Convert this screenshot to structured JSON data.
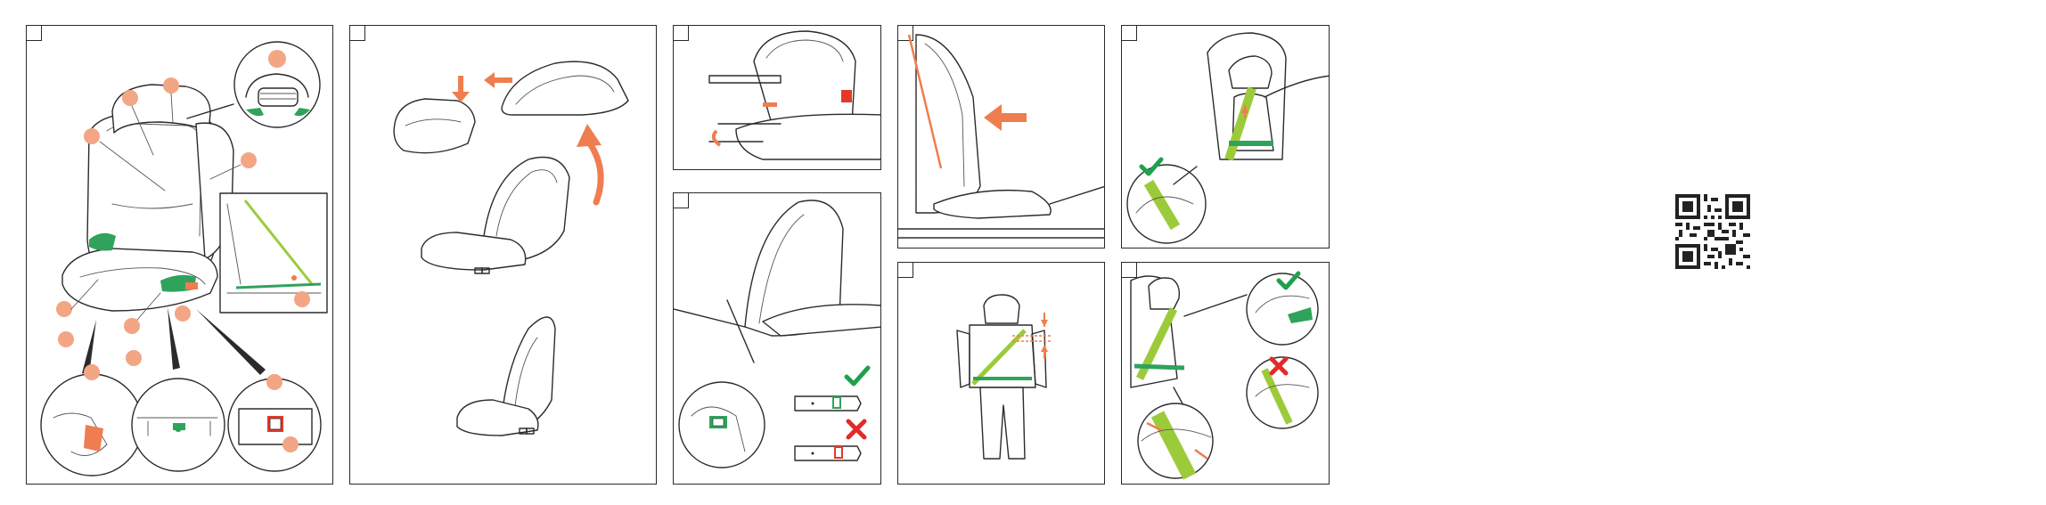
{
  "document": {
    "type": "car-seat-assembly-instructions",
    "panels": [
      {
        "id": "overview",
        "step": ""
      },
      {
        "id": "seat-assembly",
        "step": ""
      },
      {
        "id": "isofix-extension",
        "step": ""
      },
      {
        "id": "isofix-indicator-check",
        "step": ""
      },
      {
        "id": "push-seat-back",
        "step": ""
      },
      {
        "id": "headrest-height-adjust",
        "step": ""
      },
      {
        "id": "shoulder-belt-routing",
        "step": ""
      },
      {
        "id": "lap-belt-check",
        "step": ""
      }
    ]
  },
  "colors": {
    "callout_dot": "#f2a684",
    "arrow": "#ef7d4f",
    "belt": "#9ccb3a",
    "guide_green": "#2fa35c",
    "correct_check": "#1fa04c",
    "wrong_cross": "#e22a2a",
    "indicator_red": "#e23a2a",
    "outline": "#2b2b2b"
  },
  "icons": {
    "correct": "check-icon",
    "incorrect": "cross-icon",
    "qr": "qr-code-icon"
  }
}
